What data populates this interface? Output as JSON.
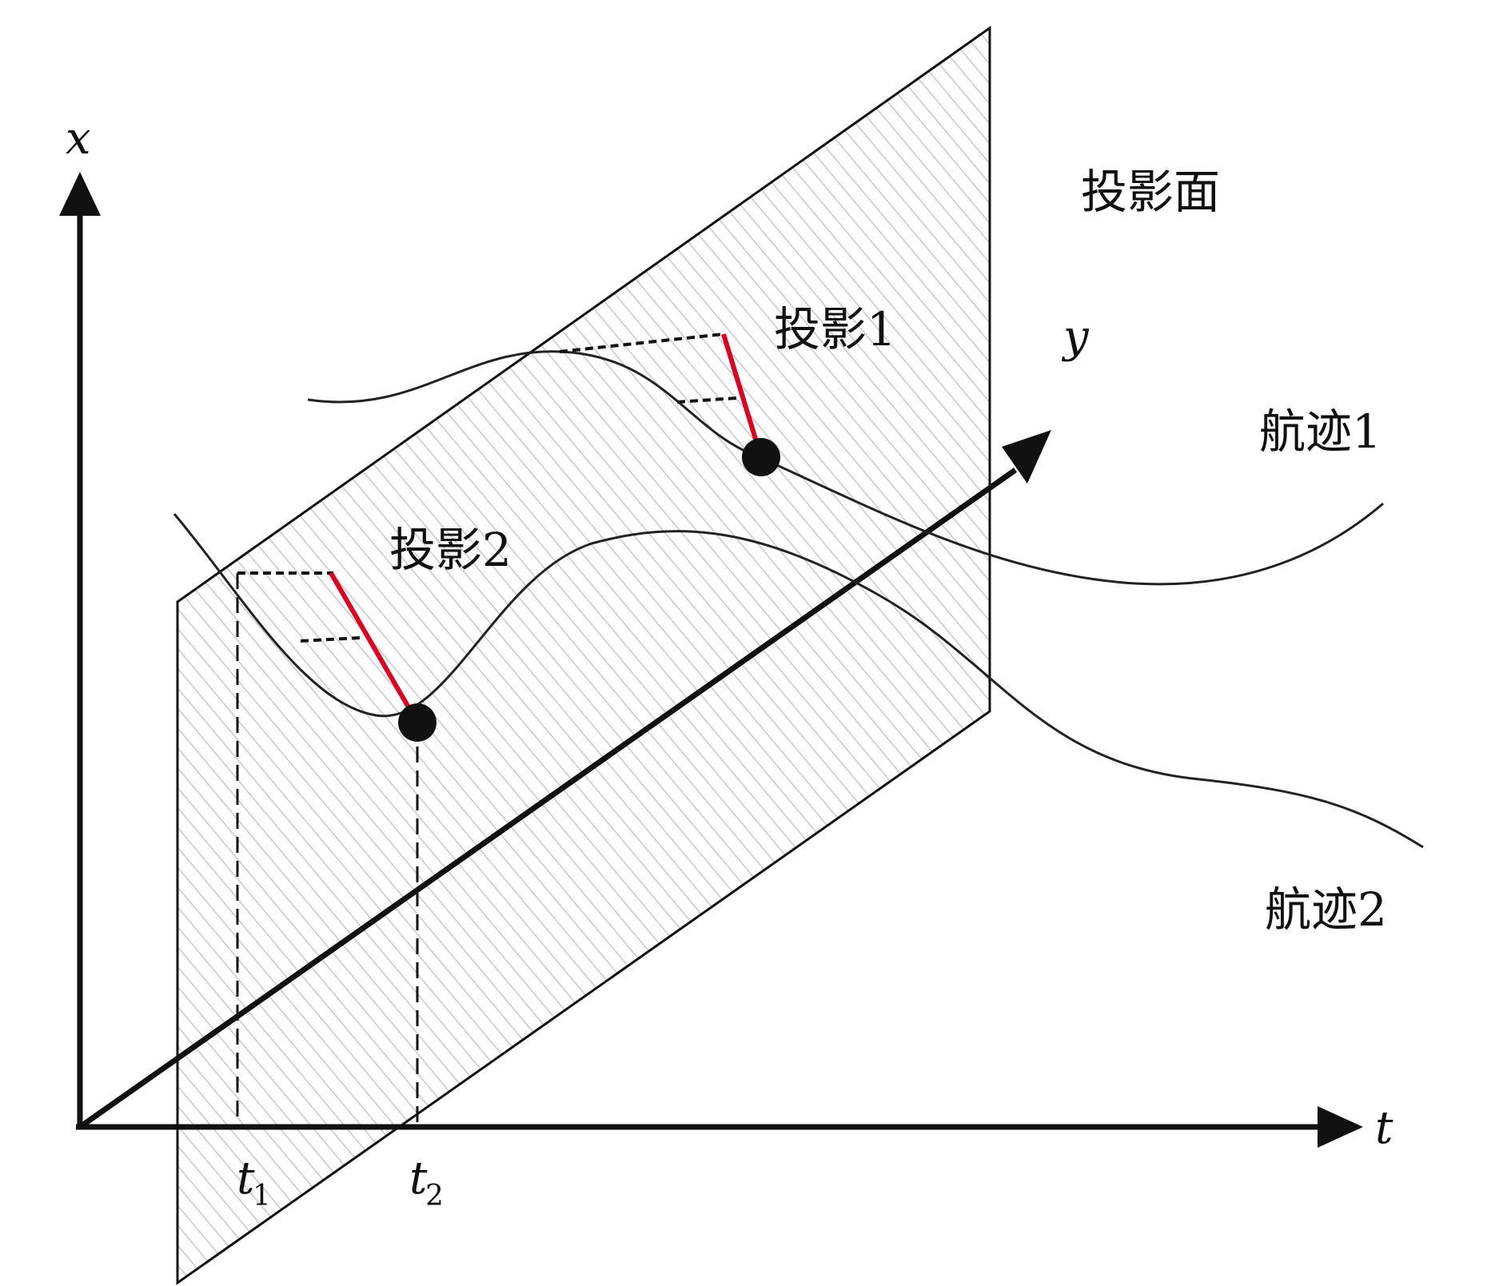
{
  "labels": {
    "projection_plane": "投影面",
    "projection_1": "投影1",
    "projection_2": "投影2",
    "track_1": "航迹1",
    "track_2": "航迹2"
  },
  "axes": {
    "x": "x",
    "y": "y",
    "t": "t"
  },
  "ticks": {
    "t1": {
      "base": "t",
      "sub": "1"
    },
    "t2": {
      "base": "t",
      "sub": "2"
    }
  },
  "colors": {
    "projection_line": "#e00020",
    "stroke": "#111111",
    "hatch": "#c8c8c8"
  }
}
